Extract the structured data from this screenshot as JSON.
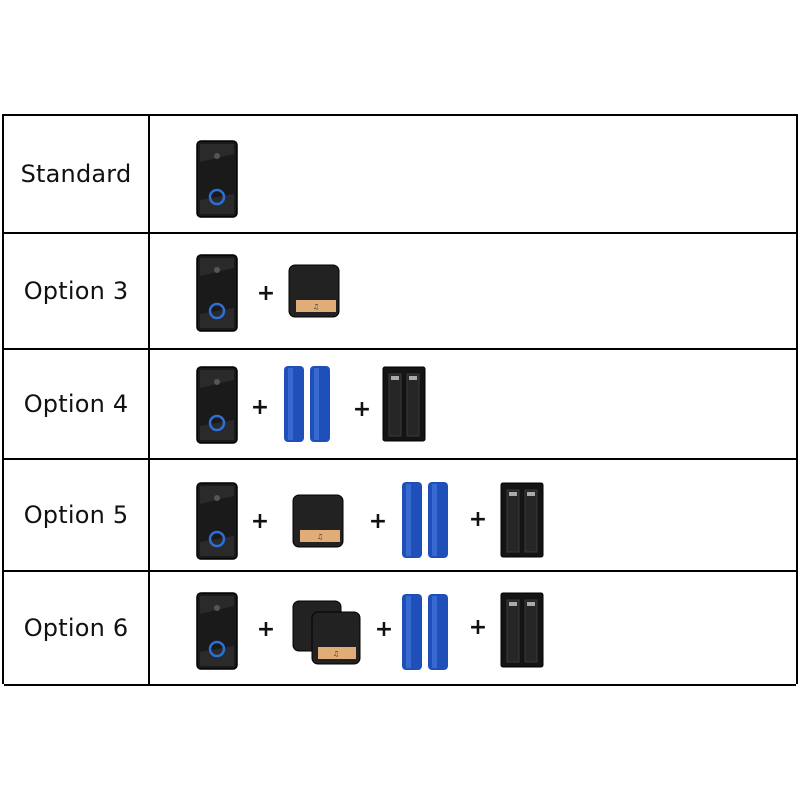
{
  "rows": [
    {
      "label": "Standard",
      "items": [
        "doorbell"
      ]
    },
    {
      "label": "Option 3",
      "items": [
        "doorbell",
        "plus",
        "chime"
      ]
    },
    {
      "label": "Option 4",
      "items": [
        "doorbell",
        "plus",
        "batteries",
        "plus",
        "charger"
      ]
    },
    {
      "label": "Option 5",
      "items": [
        "doorbell",
        "plus",
        "chime",
        "plus",
        "batteries",
        "plus",
        "charger"
      ]
    },
    {
      "label": "Option 6",
      "items": [
        "doorbell",
        "plus",
        "double-chime",
        "plus",
        "batteries",
        "plus",
        "charger"
      ]
    }
  ],
  "plus_sign": "+",
  "colors": {
    "doorbell_body": "#1a1a1a",
    "ring": "#2d6fd6",
    "chime_body": "#222222",
    "chime_strip": "#e0ad78",
    "battery": "#1f4fb8",
    "charger": "#141414"
  },
  "icons": [
    "doorbell-icon",
    "chime-icon",
    "battery-icon",
    "charger-icon",
    "plus-icon"
  ]
}
